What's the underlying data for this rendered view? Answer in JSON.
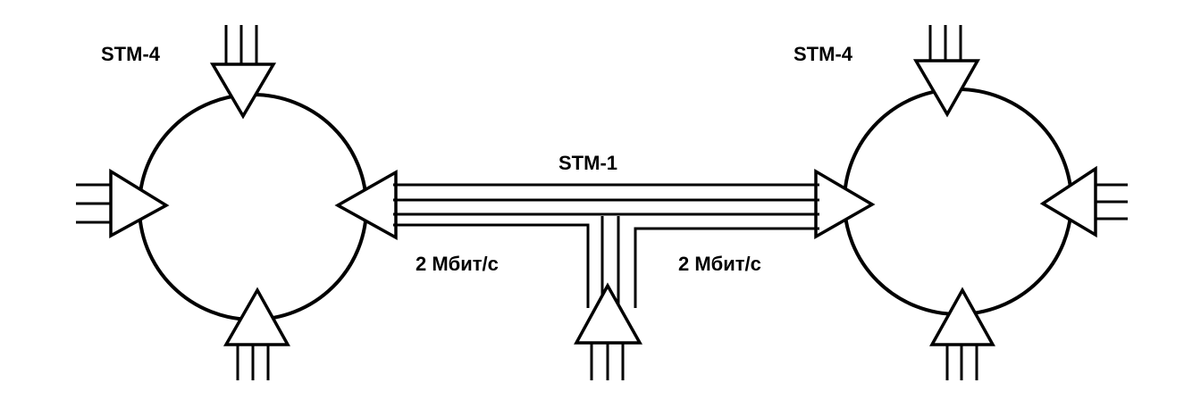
{
  "labels": {
    "left_ring": "STM-4",
    "right_ring": "STM-4",
    "link": "STM-1",
    "left_tributary": "2 Мбит/с",
    "right_tributary": "2 Мбит/с"
  },
  "colors": {
    "stroke": "#000000",
    "background": "#ffffff"
  }
}
